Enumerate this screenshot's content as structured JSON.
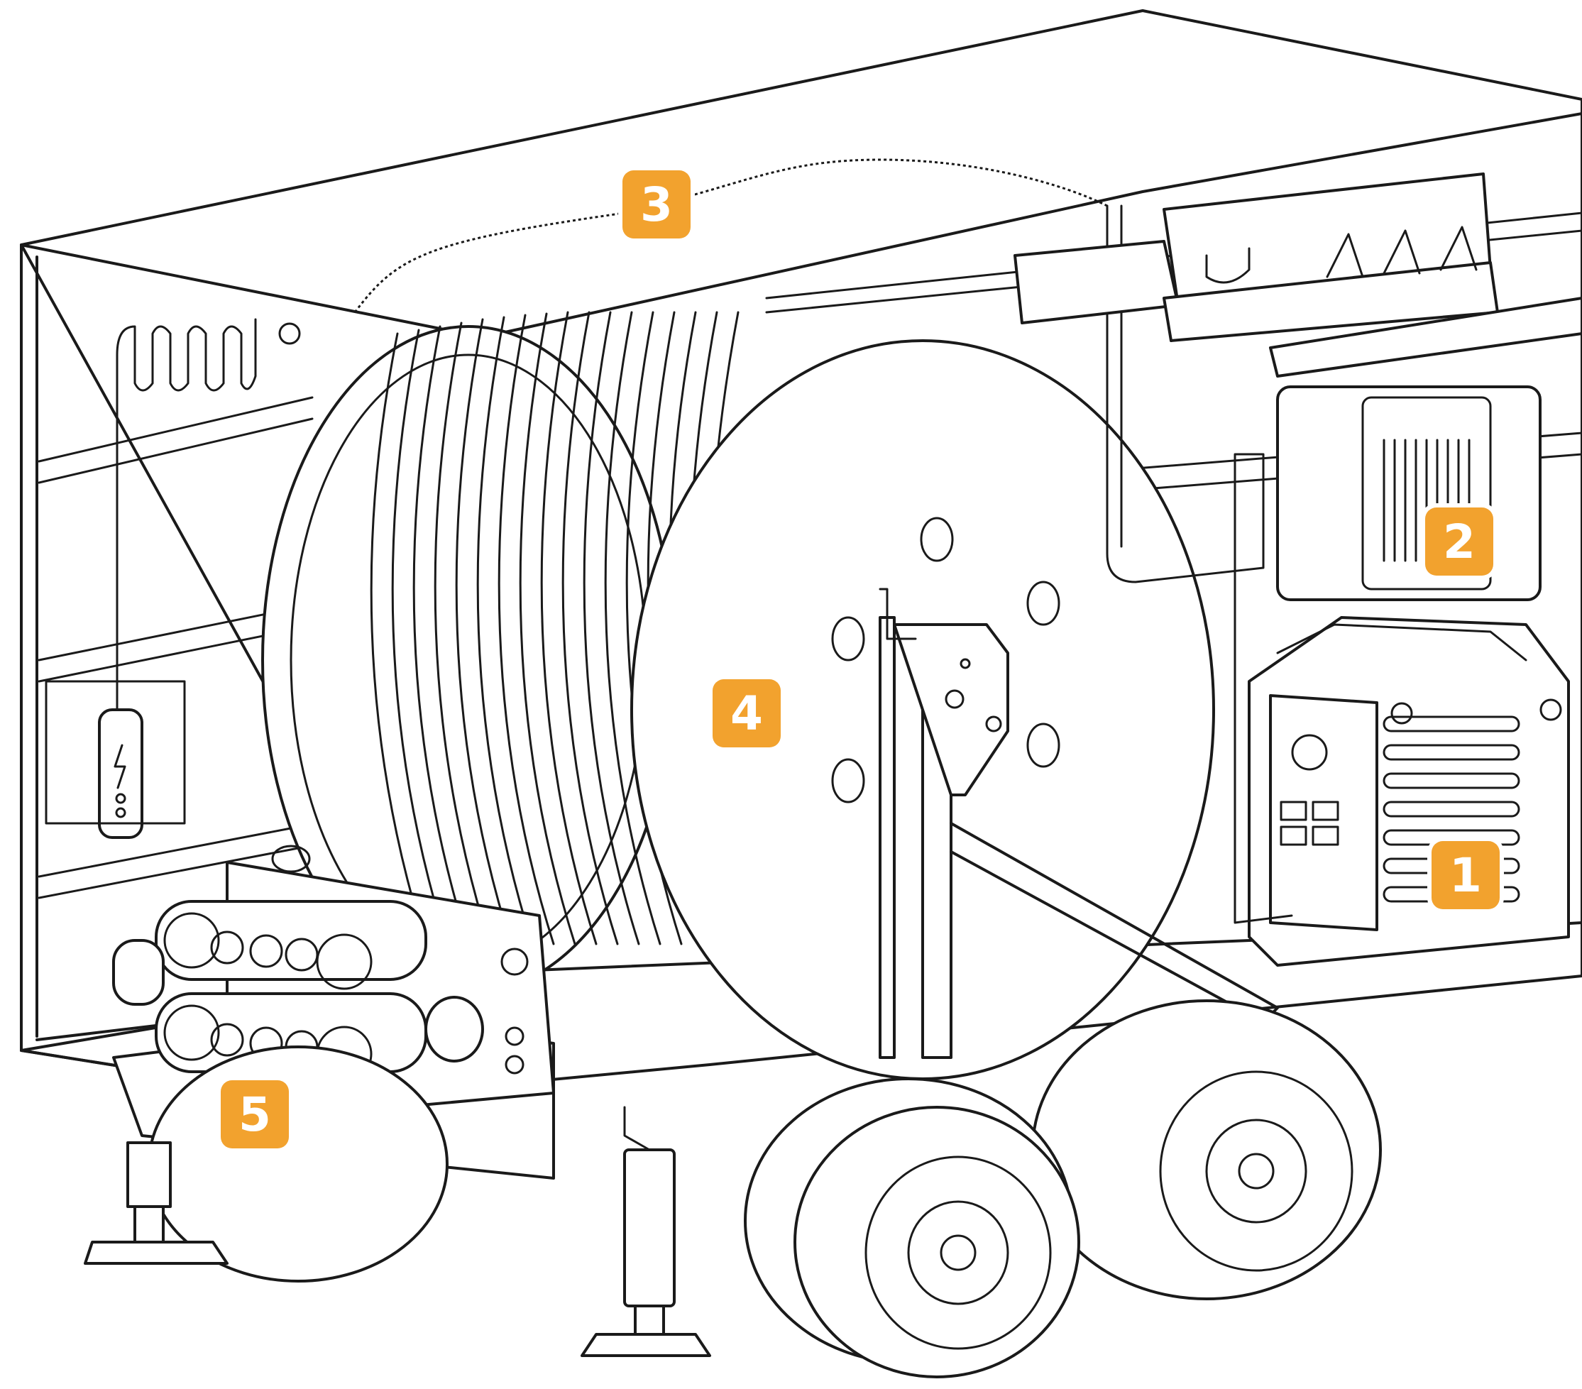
{
  "accent_color": "#F2A22E",
  "callouts": [
    {
      "id": "1",
      "label": "1"
    },
    {
      "id": "2",
      "label": "2"
    },
    {
      "id": "3",
      "label": "3"
    },
    {
      "id": "4",
      "label": "4"
    },
    {
      "id": "5",
      "label": "5"
    }
  ]
}
